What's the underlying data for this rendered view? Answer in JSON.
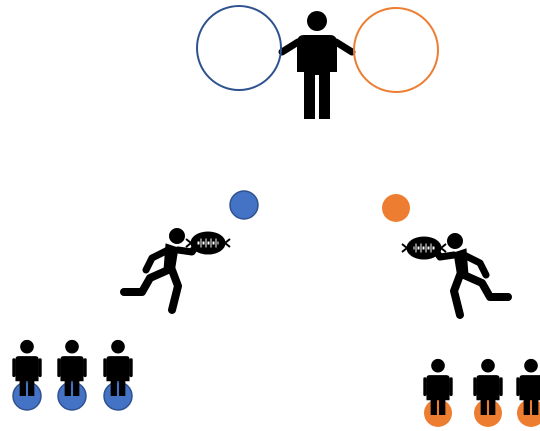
{
  "colors": {
    "blue": "#4472c4",
    "blue_outline": "#2f528f",
    "orange": "#ed7d31",
    "figure": "#000000",
    "background": "#ffffff"
  },
  "diagram": {
    "center_figure": {
      "icon": "standing-person-icon",
      "pose": "arms-out"
    },
    "target_rings": [
      {
        "side": "left",
        "color": "blue",
        "fill": "none"
      },
      {
        "side": "right",
        "color": "orange",
        "fill": "none"
      }
    ],
    "cones": [
      {
        "side": "left",
        "color": "blue"
      },
      {
        "side": "right",
        "color": "orange"
      }
    ],
    "runners": [
      {
        "side": "left",
        "icon": "running-player-with-football-icon",
        "facing": "right"
      },
      {
        "side": "right",
        "icon": "running-player-with-football-icon",
        "facing": "left"
      }
    ],
    "queues": [
      {
        "side": "left",
        "color": "blue",
        "player_count": 3
      },
      {
        "side": "right",
        "color": "orange",
        "player_count": 3
      }
    ]
  }
}
